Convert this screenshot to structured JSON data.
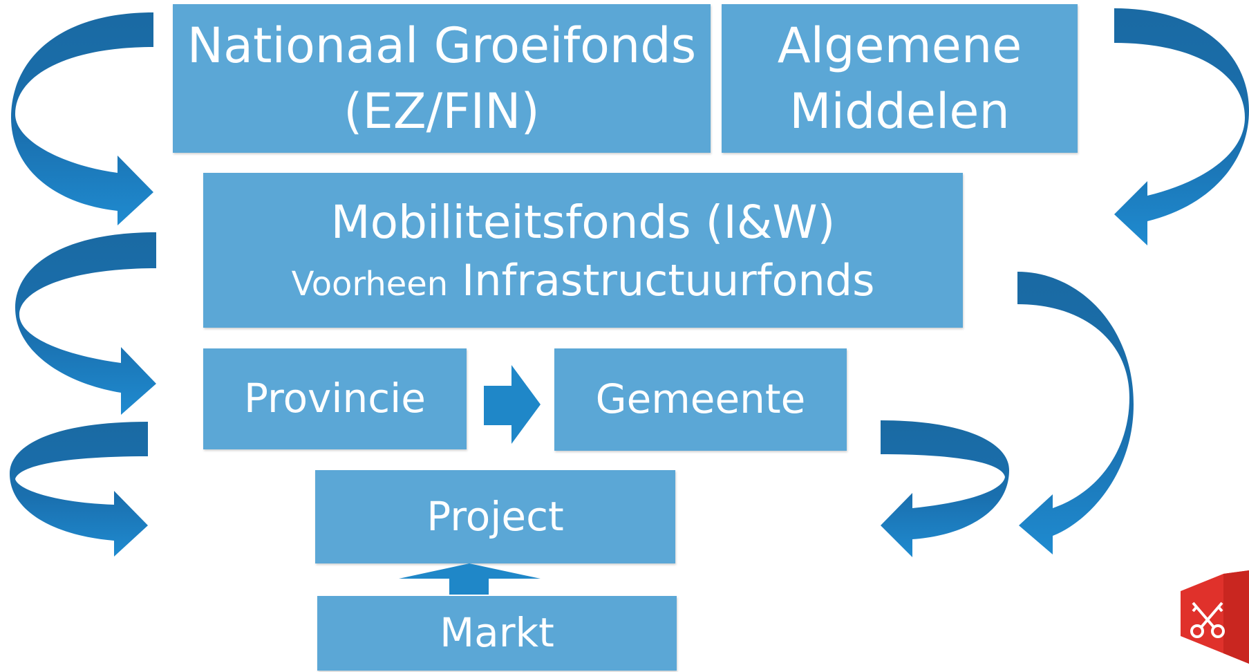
{
  "colors": {
    "box_fill": "#5ba7d6",
    "text": "#ffffff",
    "arrow_dark": "#1a6aa3",
    "arrow_light": "#1f87c8",
    "logo_red": "#e0312b"
  },
  "boxes": {
    "nationaal_groeifonds": {
      "line1": "Nationaal Groeifonds",
      "line2": "(EZ/FIN)"
    },
    "algemene_middelen": {
      "line1": "Algemene",
      "line2": "Middelen"
    },
    "mobiliteitsfonds": {
      "line1": "Mobiliteitsfonds (I&W)",
      "line2_prefix": "Voorheen",
      "line2_main": "Infrastructuurfonds"
    },
    "provincie": {
      "label": "Provincie"
    },
    "gemeente": {
      "label": "Gemeente"
    },
    "project": {
      "label": "Project"
    },
    "markt": {
      "label": "Markt"
    }
  },
  "icons": {
    "logo": "keys-shield-logo"
  }
}
